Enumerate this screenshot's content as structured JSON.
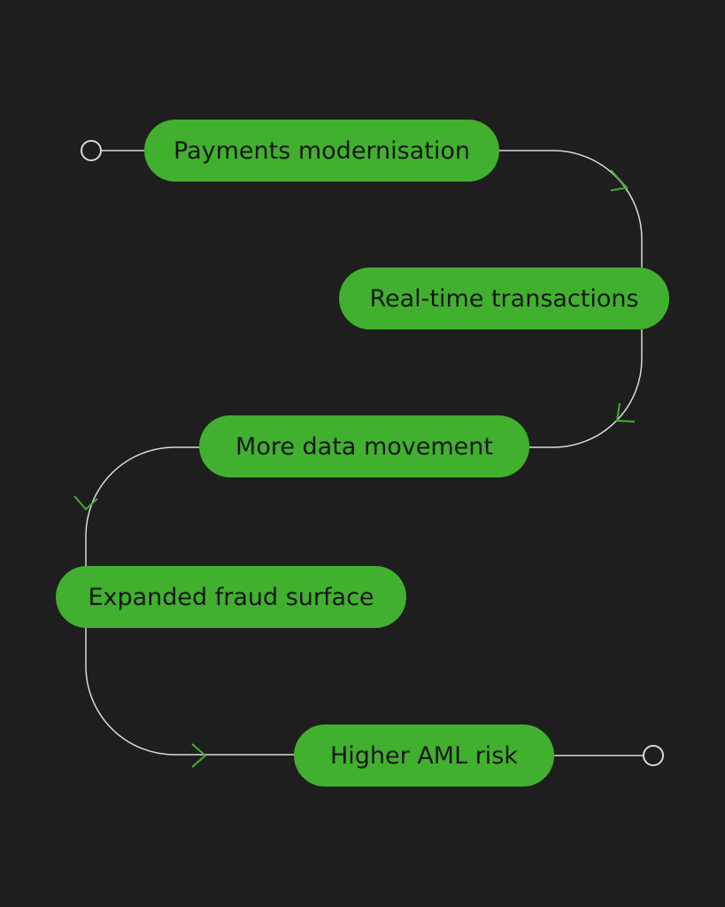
{
  "colors": {
    "background": "#1e1e1e",
    "pill": "#41b02e",
    "pill_text": "#161616",
    "line": "#d9d9d9",
    "arrow": "#41b02e"
  },
  "steps": [
    {
      "label": "Payments modernisation"
    },
    {
      "label": "Real-time transactions"
    },
    {
      "label": "More data movement"
    },
    {
      "label": "Expanded fraud surface"
    },
    {
      "label": "Higher AML risk"
    }
  ]
}
